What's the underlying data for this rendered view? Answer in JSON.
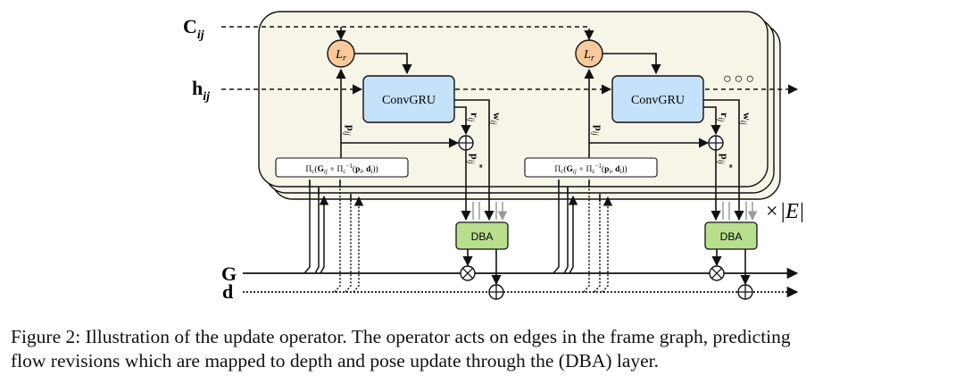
{
  "inputs": {
    "c_ij": {
      "base": "C",
      "sub": "ij"
    },
    "h_ij": {
      "base": "h",
      "sub": "ij"
    },
    "g": "G",
    "d": "d"
  },
  "blocks": [
    {
      "lr": {
        "base": "L",
        "sub": "r"
      },
      "convgru": "ConvGRU",
      "dba": "DBA",
      "projection": {
        "pi": "Π",
        "c": "c",
        "open": "(",
        "g": "G",
        "gsub": "ij",
        "comp": " ∘ ",
        "inv": "−1",
        "p": "p",
        "psub": "i",
        "sep": ", ",
        "dd": "d",
        "dsub": "i",
        "close": "))"
      },
      "labels": {
        "p": "p",
        "psub": "ij",
        "r": "r",
        "rsub": "ij",
        "w": "w",
        "wsub": "ij",
        "pstar": "p",
        "pstarsub": "ij",
        "star": "*"
      }
    },
    {
      "lr": {
        "base": "L",
        "sub": "r"
      },
      "convgru": "ConvGRU",
      "dba": "DBA",
      "projection": {
        "pi": "Π",
        "c": "c",
        "open": "(",
        "g": "G",
        "gsub": "ij",
        "comp": " ∘ ",
        "inv": "−1",
        "p": "p",
        "psub": "i",
        "sep": ", ",
        "dd": "d",
        "dsub": "i",
        "close": "))"
      },
      "labels": {
        "p": "p",
        "psub": "ij",
        "r": "r",
        "rsub": "ij",
        "w": "w",
        "wsub": "ij",
        "pstar": "p",
        "pstarsub": "ij",
        "star": "*"
      }
    }
  ],
  "repeat": {
    "times": "×",
    "e": "|E|"
  },
  "ellipsis": "○○○",
  "caption": {
    "line1": "Figure 2: Illustration of the update operator. The operator acts on edges in the frame graph, predicting",
    "line2": "flow revisions which are mapped to depth and pose update through the (DBA) layer."
  },
  "colors": {
    "panel": "#f7f4e8",
    "lr_fill": "#f8c99a",
    "convgru_fill": "#c6e2fb",
    "dba_fill": "#b8df8e",
    "stroke": "#111111",
    "gray_arrow": "#9a9a9a"
  }
}
